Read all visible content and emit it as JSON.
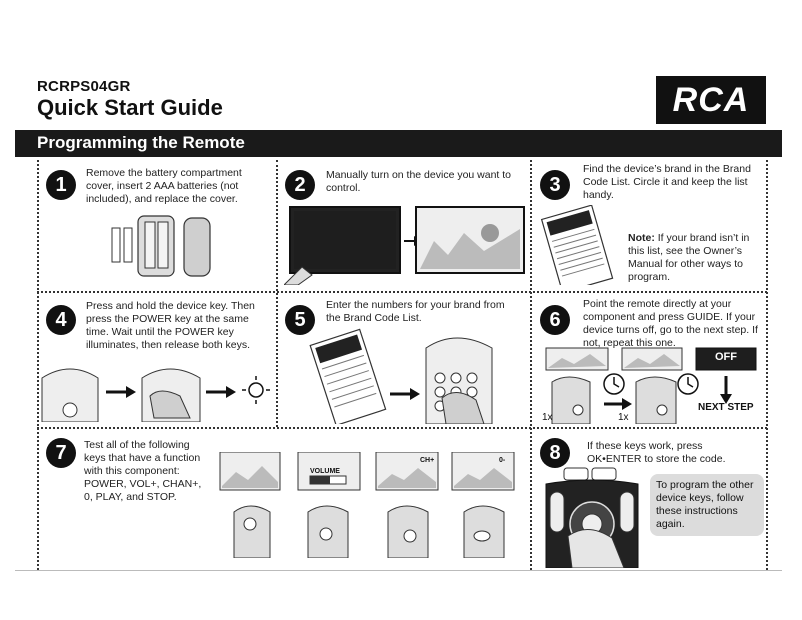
{
  "header": {
    "model": "RCRPS04GR",
    "title": "Quick Start Guide",
    "logo": "RCA"
  },
  "banner": {
    "title": "Programming the Remote"
  },
  "steps": [
    {
      "number": "1",
      "text": "Remove the battery compartment cover, insert 2 AAA batteries (not included), and replace the cover."
    },
    {
      "number": "2",
      "text": "Manually turn on the device you want to control."
    },
    {
      "number": "3",
      "text": "Find the device’s brand in the Brand Code List. Circle it and keep the list handy.",
      "note_label": "Note:",
      "note_text": " If your brand isn’t in this list, see the Owner’s Manual for other ways to program."
    },
    {
      "number": "4",
      "text": "Press and hold the device key. Then press the POWER key at the same time. Wait until the POWER key illuminates, then release both keys."
    },
    {
      "number": "5",
      "text": "Enter the numbers for your brand from the Brand Code List."
    },
    {
      "number": "6",
      "text": "Point the remote directly at your component and press GUIDE. If your device turns off, go to the next step. If not, repeat this one.",
      "off_label": "OFF",
      "next_step_label": "NEXT STEP",
      "count_a": "1x",
      "count_b": "1x"
    },
    {
      "number": "7",
      "text": "Test all of the following keys that have a function with this component: POWER, VOL+, CHAN+, 0, PLAY, and STOP.",
      "volume_label": "VOLUME",
      "chan_label": "CH+",
      "zero_label": "0-"
    },
    {
      "number": "8",
      "text": "If these keys work, press OK•ENTER to store the code.",
      "bubble_text": "To program the other device keys, follow these instructions again."
    }
  ]
}
